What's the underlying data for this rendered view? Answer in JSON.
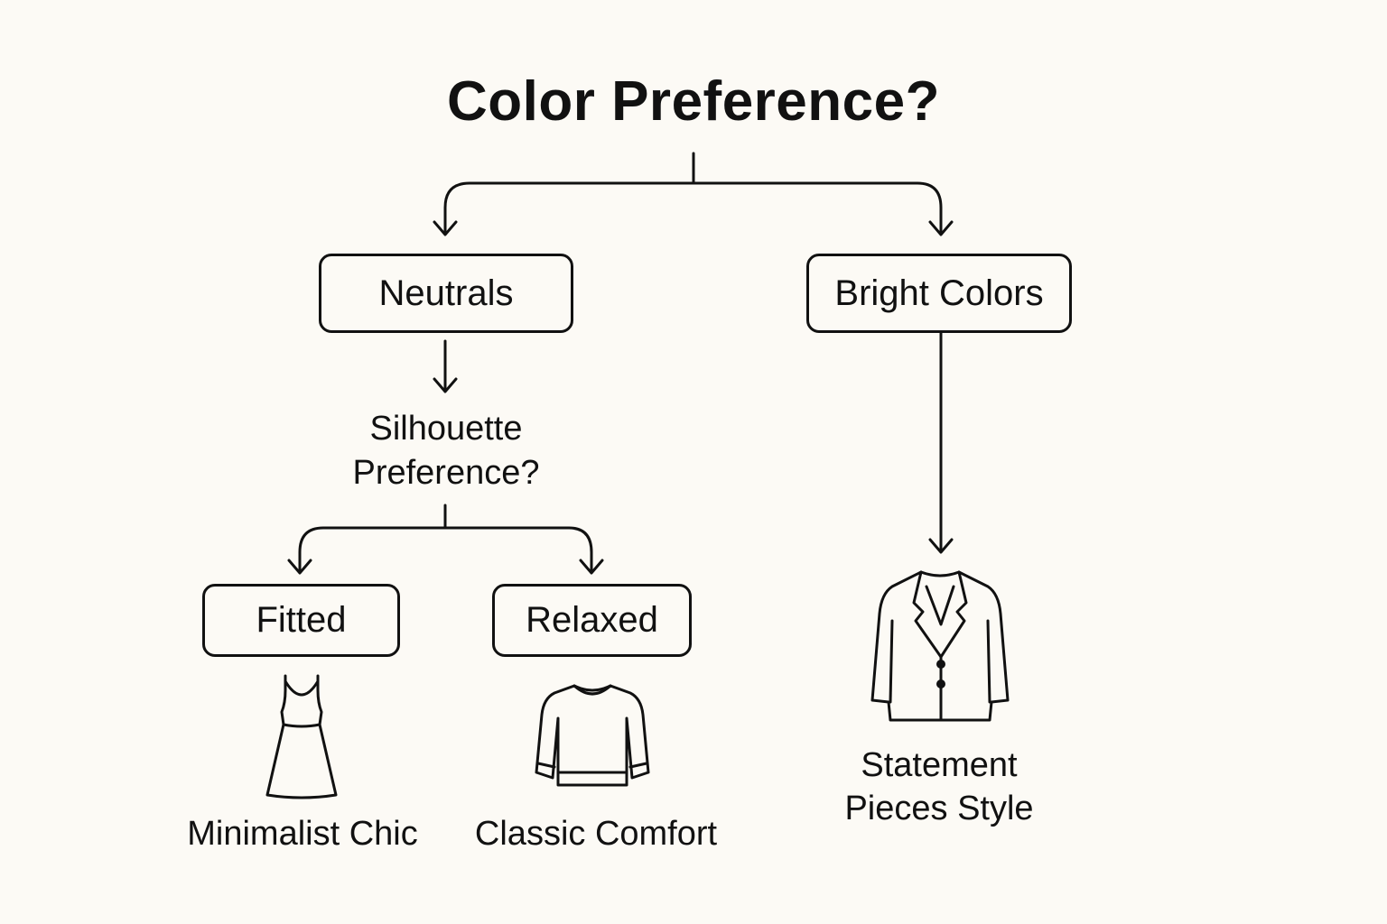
{
  "diagram": {
    "title": "Color Preference?",
    "branches": {
      "neutrals": {
        "label": "Neutrals",
        "question_line1": "Silhouette",
        "question_line2": "Preference?",
        "fitted": {
          "label": "Fitted",
          "icon": "dress-icon",
          "outcome": "Minimalist Chic"
        },
        "relaxed": {
          "label": "Relaxed",
          "icon": "sweater-icon",
          "outcome": "Classic Comfort"
        }
      },
      "bright": {
        "label": "Bright Colors",
        "icon": "blazer-icon",
        "outcome_line1": "Statement",
        "outcome_line2": "Pieces Style"
      }
    }
  },
  "colors": {
    "background": "#fcfaf5",
    "ink": "#111111"
  }
}
